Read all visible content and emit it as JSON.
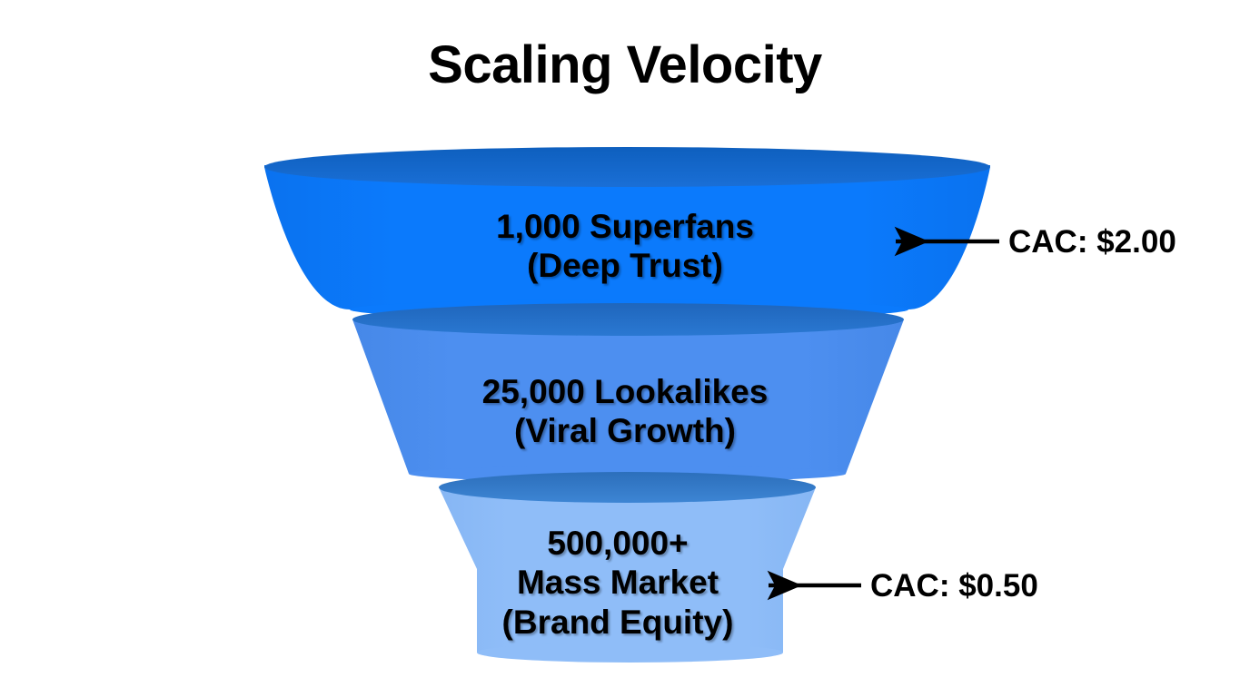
{
  "chart_data": {
    "type": "funnel",
    "title": "Scaling Velocity",
    "background_color": "#ffffff",
    "title_color": "#000000",
    "stages": [
      {
        "value": 1000,
        "value_label": "1,000 Superfans",
        "descriptor": "(Deep Trust)",
        "label": "1,000 Superfans\n(Deep Trust)",
        "annotation": "CAC: $2.00",
        "annotation_metric": "CAC",
        "annotation_value": "$2.00",
        "fill_color": "#0b7afc",
        "top_ellipse_color": "#1368cc"
      },
      {
        "value": 25000,
        "value_label": "25,000 Lookalikes",
        "descriptor": "(Viral Growth)",
        "label": "25,000 Lookalikes\n(Viral Growth)",
        "annotation": null,
        "fill_color": "#4d8ff0",
        "top_ellipse_color": "#2470c8"
      },
      {
        "value": 500000,
        "value_label": "500,000+",
        "descriptor": "Mass Market\n(Brand Equity)",
        "label": "500,000+\nMass Market\n(Brand Equity)",
        "annotation": "CAC: $0.50",
        "annotation_metric": "CAC",
        "annotation_value": "$0.50",
        "fill_color": "#8fbdf8",
        "top_ellipse_color": "#3079c8"
      }
    ],
    "annotations": [
      {
        "text": "CAC: $2.00",
        "points_to": "1,000 Superfans",
        "arrow": "left"
      },
      {
        "text": "CAC: $0.50",
        "points_to": "500,000+ Mass Market",
        "arrow": "left"
      }
    ],
    "legend": null,
    "grid": false
  }
}
